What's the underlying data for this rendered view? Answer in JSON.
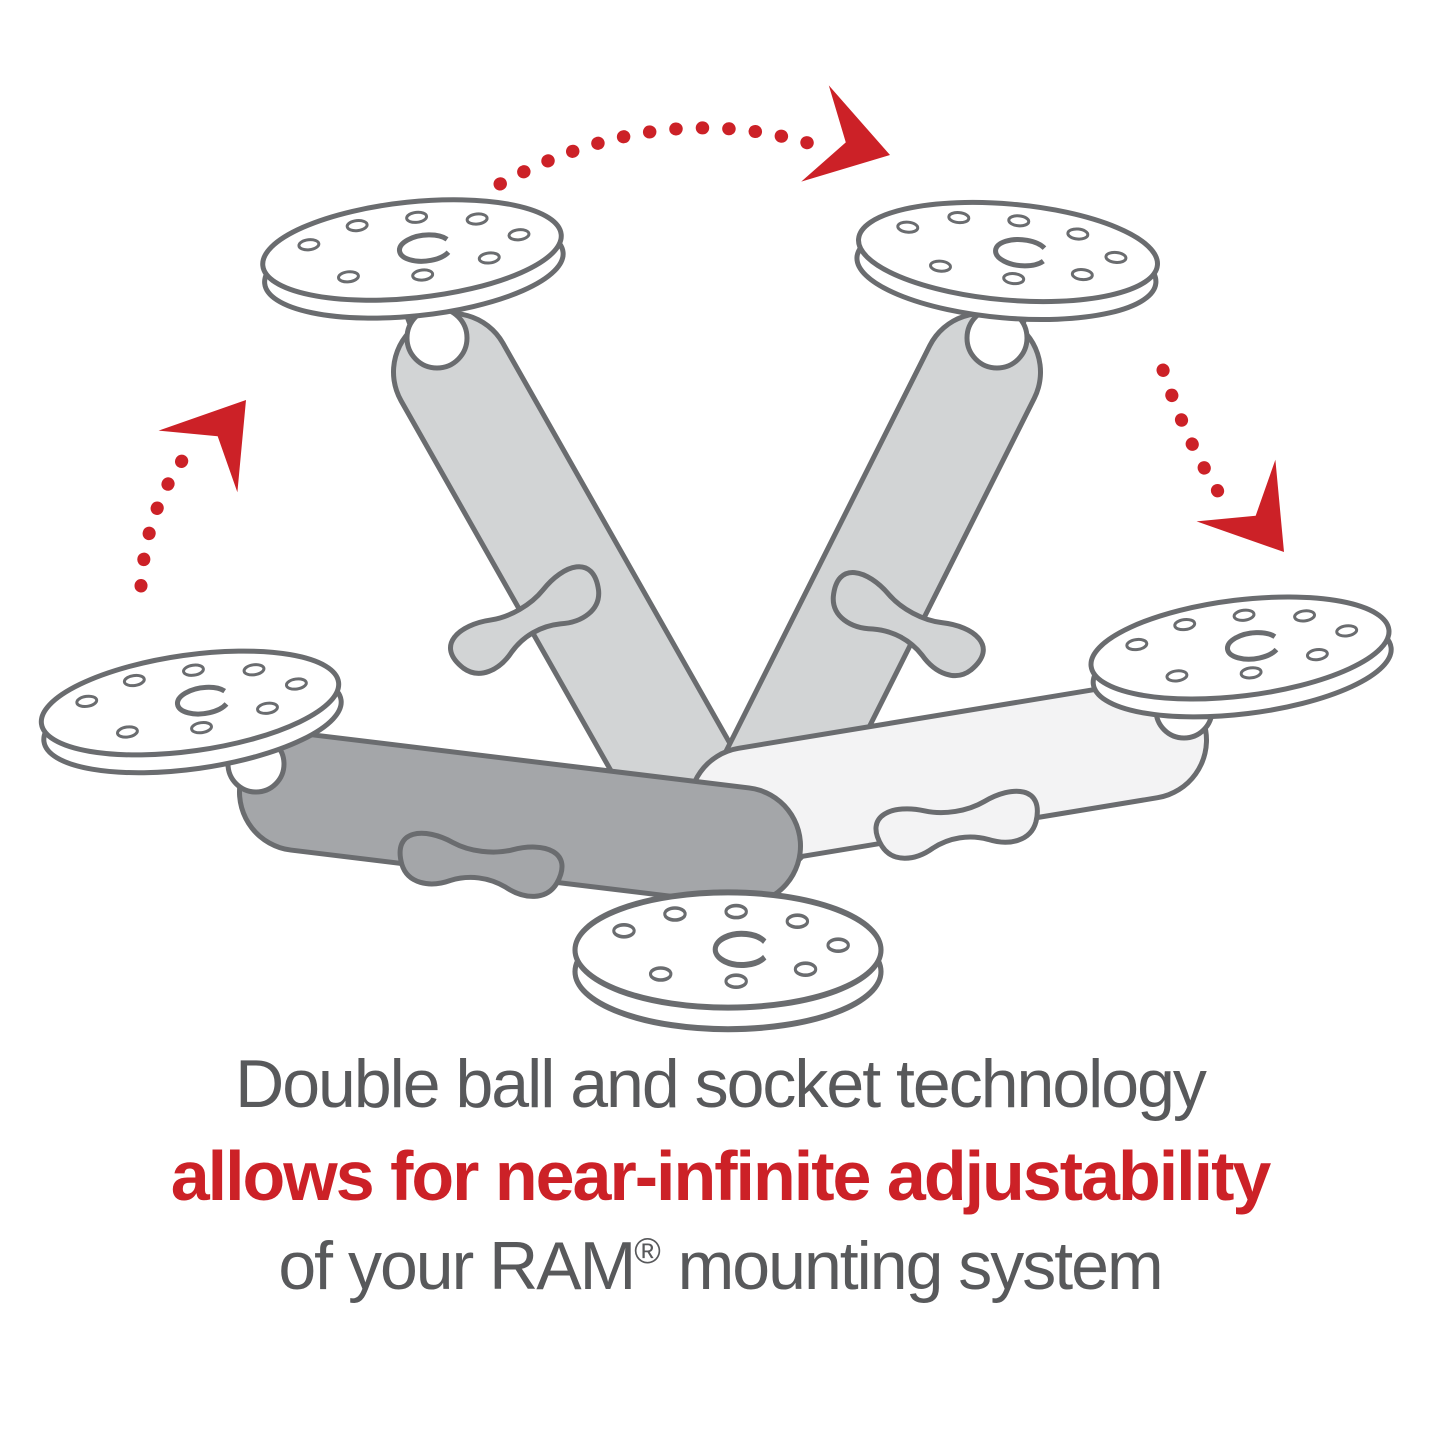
{
  "caption": {
    "line1": "Double ball and socket technology",
    "line2": "allows for near-infinite adjustability",
    "line3_pre": "of your RAM",
    "line3_sup": "®",
    "line3_post": " mounting system"
  },
  "colors": {
    "accent_red": "#cc2127",
    "text_gray": "#58595b",
    "outline_gray": "#6a6c6f",
    "arm_dark": "#a4a6a9",
    "arm_medium": "#d2d4d5",
    "arm_light": "#f3f3f4",
    "background": "#ffffff"
  },
  "icons": {
    "motion_arrow_up_left": "red-dotted-arrow",
    "motion_arrow_top_arc": "red-dotted-arrow",
    "motion_arrow_down_right": "red-dotted-arrow"
  }
}
